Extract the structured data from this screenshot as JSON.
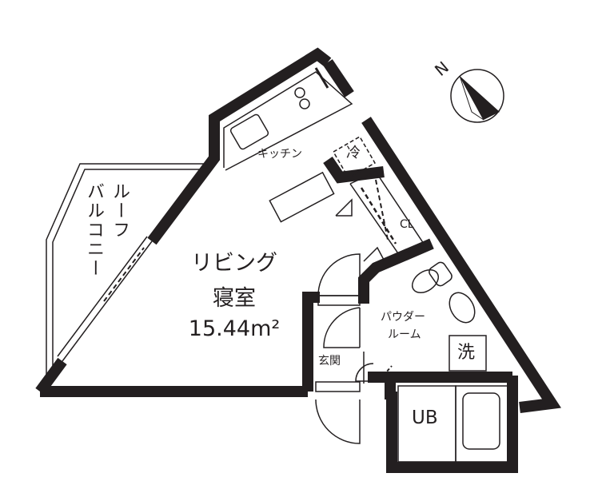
{
  "colors": {
    "wall": "#231f20",
    "background": "#ffffff"
  },
  "compass": {
    "label": "N",
    "icon": "north-arrow-icon"
  },
  "rooms": {
    "living": {
      "name_line1": "リビング",
      "name_line2": "寝室",
      "area": "15.44m²"
    },
    "kitchen": "キッチン",
    "fridge": "冷",
    "closet": "CL",
    "balcony": {
      "line1": "ルーフ",
      "line2": "バルコニー"
    },
    "powder_room": {
      "line1": "パウダー",
      "line2": "ルーム"
    },
    "washer": "洗",
    "entrance": "玄関",
    "unit_bath": "UB"
  }
}
